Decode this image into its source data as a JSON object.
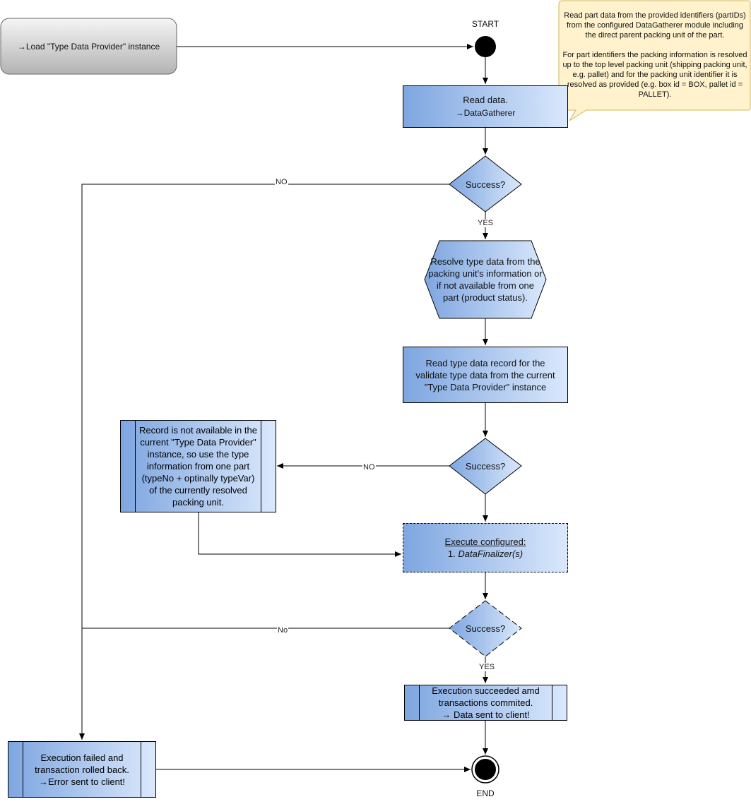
{
  "nodes": {
    "load_instance": "→Load \"Type Data Provider\" instance",
    "start_label": "START",
    "end_label": "END",
    "note": "Read part data from the provided identifiers (partIDs) from the configured DataGatherer module including the direct parent packing unit of the part.\n\nFor part identifiers the packing information is resolved up to the top level packing unit (shipping packing unit, e.g. pallet) and for the packing unit identifier it is resolved as provided (e.g. box id = BOX, pallet id = PALLET).",
    "read_data_title": "Read data.",
    "read_data_sub": "→DataGatherer",
    "success_1": "Success?",
    "resolve_type": "Resolve type data from the  packing unit's information or if not available from one part (product status).",
    "read_type_record": "Read type data record for the validate type data from the current \"Type Data Provider\" instance",
    "success_2": "Success?",
    "record_not_available": "Record is not available in the current \"Type Data Provider\" instance, so use the type information from one part (typeNo + optinally typeVar) of the currently resolved packing unit.",
    "execute_title": "Execute configured:",
    "execute_item": "1. DataFinalizer(s)",
    "execute_item_prefix": "1. ",
    "execute_item_name": "DataFinalizer(s)",
    "success_3": "Success?",
    "exec_succeeded": "Execution succeeded amd transactions commited.\n→ Data sent to client!",
    "exec_failed": "Execution failed and transaction rolled back.\n→Error sent to client!"
  },
  "edge_labels": {
    "no_1": "NO",
    "yes_1": "YES",
    "no_2": "NO",
    "no_3": "No",
    "yes_3": "YES"
  },
  "colors": {
    "gradient_start": "#7ea6e0",
    "gradient_end": "#dae8fc",
    "note_fill": "#fff2cc",
    "note_stroke": "#d6b656",
    "start_node": "#000000"
  }
}
